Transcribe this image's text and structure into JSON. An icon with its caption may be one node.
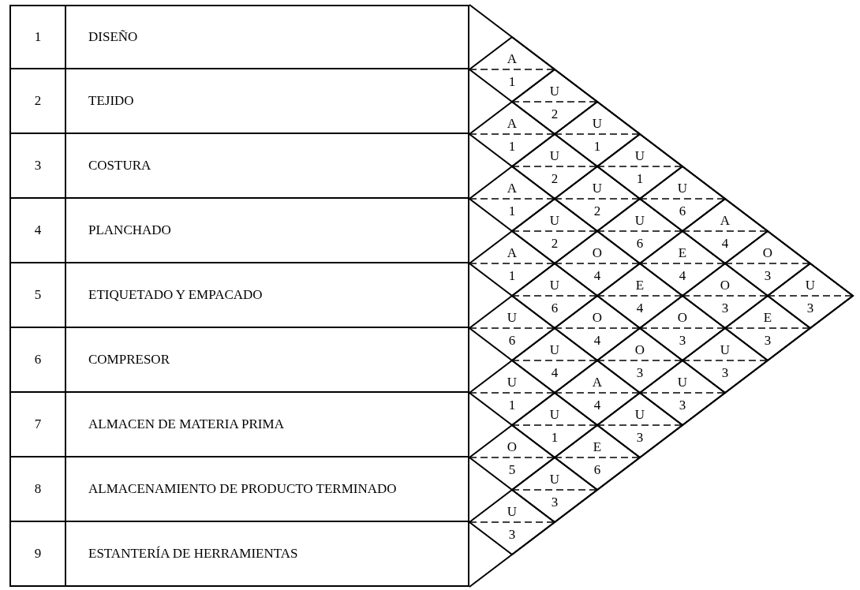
{
  "diagram": {
    "nodes": [
      {
        "text": [
          "1",
          "DISEÑO"
        ]
      },
      {
        "text": [
          "2",
          "TEJIDO"
        ]
      },
      {
        "text": [
          "3",
          "COSTURA"
        ]
      },
      {
        "text": [
          "4",
          "PLANCHADO"
        ]
      },
      {
        "text": [
          "5",
          "ETIQUETADO Y EMPACADO"
        ]
      },
      {
        "text": [
          "6",
          "COMPRESOR"
        ]
      },
      {
        "text": [
          "7",
          "ALMACEN DE MATERIA PRIMA"
        ]
      },
      {
        "text": [
          "8",
          "ALMACENAMIENTO DE PRODUCTO TERMINADO"
        ]
      },
      {
        "text": [
          "9",
          "ESTANTERÍA DE HERRAMIENTAS"
        ]
      },
      {
        "text": [
          "A",
          "1"
        ]
      },
      {
        "text": [
          "U",
          "2"
        ]
      },
      {
        "text": [
          "U",
          "1"
        ]
      },
      {
        "text": [
          "U",
          "1"
        ]
      },
      {
        "text": [
          "U",
          "6"
        ]
      },
      {
        "text": [
          "A",
          "4"
        ]
      },
      {
        "text": [
          "O",
          "3"
        ]
      },
      {
        "text": [
          "U",
          "3"
        ]
      },
      {
        "text": [
          "A",
          "1"
        ]
      },
      {
        "text": [
          "U",
          "2"
        ]
      },
      {
        "text": [
          "U",
          "2"
        ]
      },
      {
        "text": [
          "U",
          "6"
        ]
      },
      {
        "text": [
          "E",
          "4"
        ]
      },
      {
        "text": [
          "O",
          "3"
        ]
      },
      {
        "text": [
          "E",
          "3"
        ]
      },
      {
        "text": [
          "A",
          "1"
        ]
      },
      {
        "text": [
          "U",
          "2"
        ]
      },
      {
        "text": [
          "O",
          "4"
        ]
      },
      {
        "text": [
          "E",
          "4"
        ]
      },
      {
        "text": [
          "O",
          "3"
        ]
      },
      {
        "text": [
          "U",
          "3"
        ]
      },
      {
        "text": [
          "A",
          "1"
        ]
      },
      {
        "text": [
          "U",
          "6"
        ]
      },
      {
        "text": [
          "O",
          "4"
        ]
      },
      {
        "text": [
          "O",
          "3"
        ]
      },
      {
        "text": [
          "U",
          "3"
        ]
      },
      {
        "text": [
          "U",
          "6"
        ]
      },
      {
        "text": [
          "U",
          "4"
        ]
      },
      {
        "text": [
          "A",
          "4"
        ]
      },
      {
        "text": [
          "U",
          "3"
        ]
      },
      {
        "text": [
          "U",
          "1"
        ]
      },
      {
        "text": [
          "U",
          "1"
        ]
      },
      {
        "text": [
          "E",
          "6"
        ]
      },
      {
        "text": [
          "O",
          "5"
        ]
      },
      {
        "text": [
          "U",
          "3"
        ]
      },
      {
        "text": [
          "U",
          "3"
        ]
      }
    ]
  }
}
